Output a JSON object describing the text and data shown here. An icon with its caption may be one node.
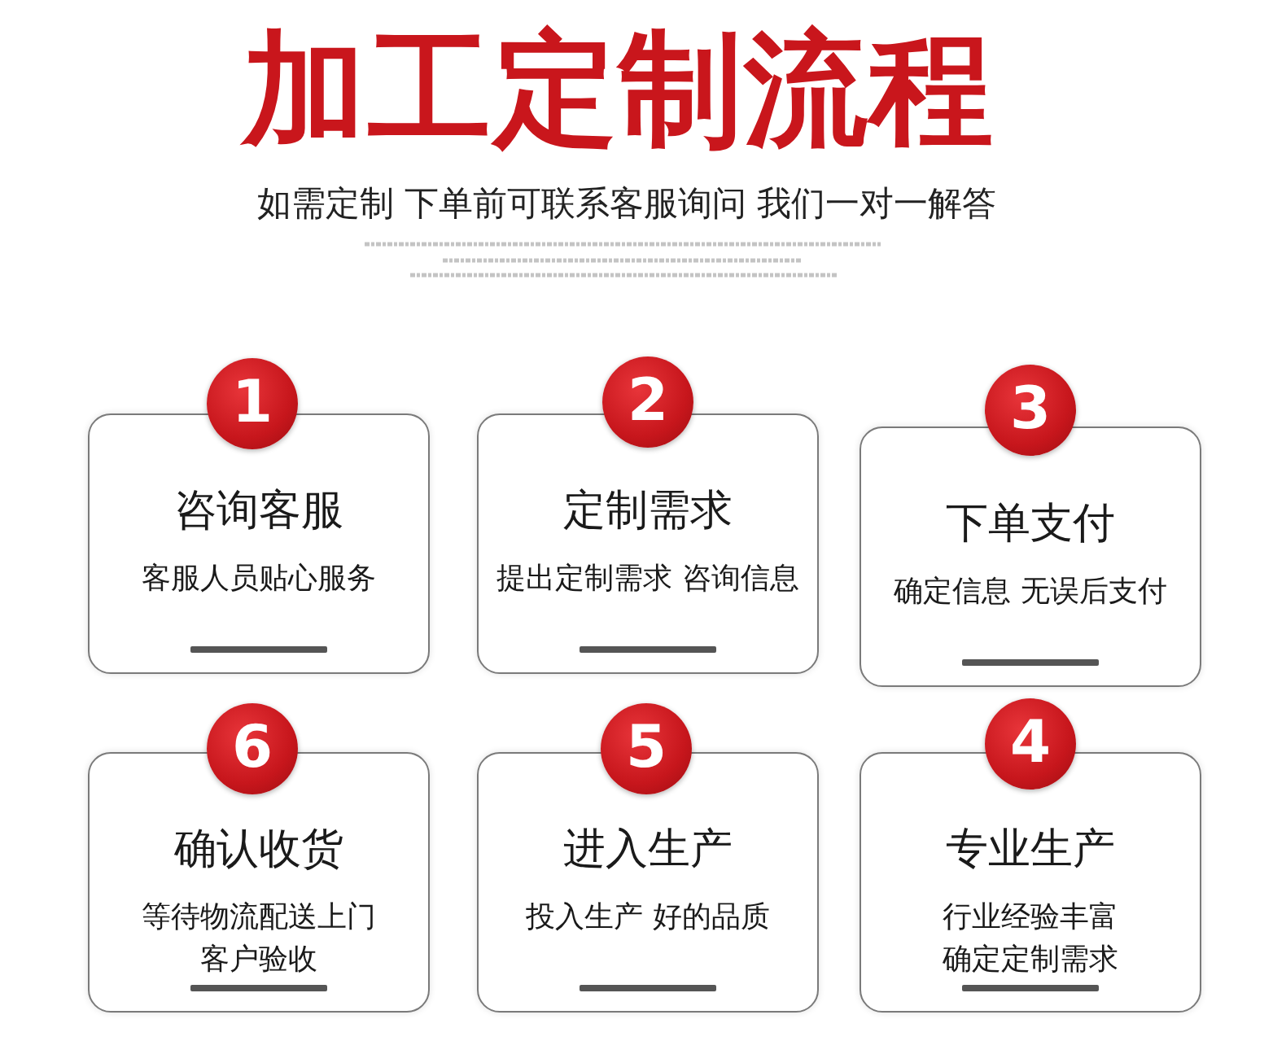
{
  "diagram": {
    "title": "加工定制流程",
    "nodes": [
      {
        "text": [
          "1"
        ]
      },
      {
        "text": [
          "咨询客服",
          "客服人员贴心服务"
        ]
      },
      {
        "text": [
          "2"
        ]
      },
      {
        "text": [
          "定制需求",
          "提出定制需求 咨询信息"
        ]
      },
      {
        "text": [
          "3"
        ]
      },
      {
        "text": [
          "下单支付",
          "确定信息 无误后支付"
        ]
      },
      {
        "text": [
          "6"
        ]
      },
      {
        "text": [
          "确认收货",
          "等待物流配送上门客户验收"
        ]
      },
      {
        "text": [
          "5"
        ]
      },
      {
        "text": [
          "进入生产",
          "投入生产 好的品质"
        ]
      },
      {
        "text": [
          "4"
        ]
      },
      {
        "text": [
          "专业生产",
          "行业经验丰富确定定制需求"
        ]
      }
    ],
    "labels": [
      "如需定制 下单前可联系客服询问 我们一对一解答"
    ]
  }
}
